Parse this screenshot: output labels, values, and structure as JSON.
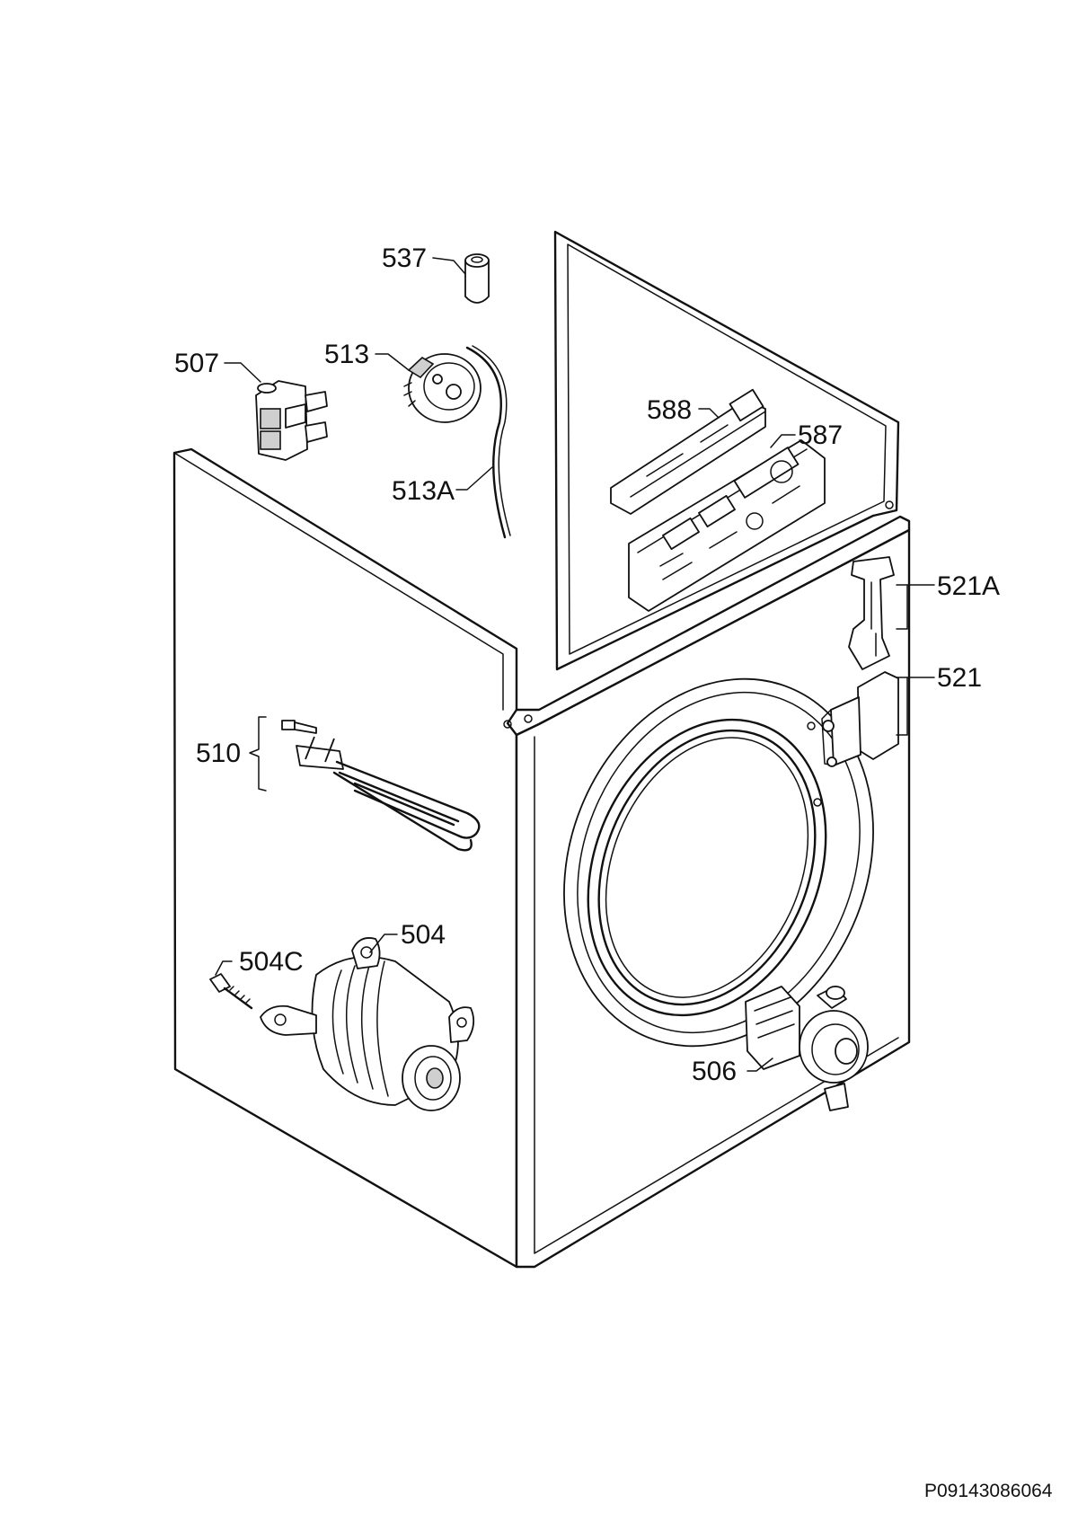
{
  "diagram": {
    "labels": {
      "l537": "537",
      "l507": "507",
      "l513": "513",
      "l513a": "513A",
      "l588": "588",
      "l587": "587",
      "l521a": "521A",
      "l521": "521",
      "l510": "510",
      "l504": "504",
      "l504c": "504C",
      "l506": "506"
    },
    "reference_code": "P09143086064"
  }
}
